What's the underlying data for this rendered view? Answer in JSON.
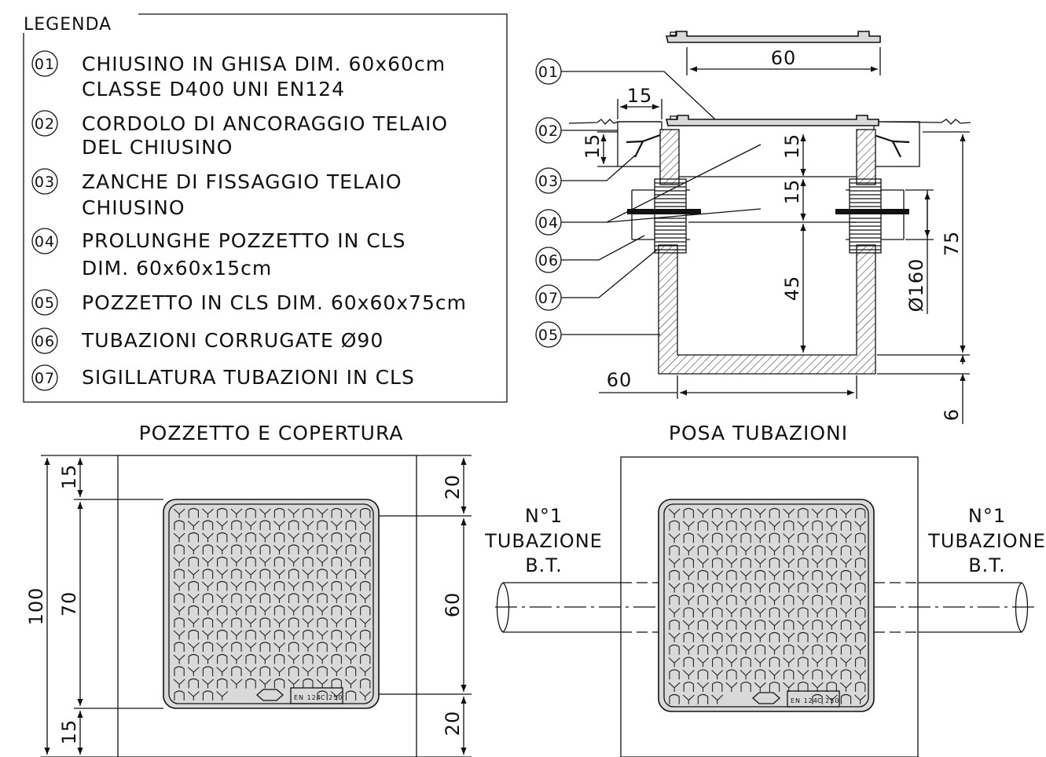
{
  "legend": {
    "title": "LEGENDA",
    "items": [
      {
        "num": "01",
        "line1": "CHIUSINO IN GHISA DIM. 60x60cm",
        "line2": "CLASSE D400 UNI EN124"
      },
      {
        "num": "02",
        "line1": "CORDOLO DI ANCORAGGIO TELAIO",
        "line2": "DEL CHIUSINO"
      },
      {
        "num": "03",
        "line1": "ZANCHE DI FISSAGGIO TELAIO",
        "line2": "CHIUSINO"
      },
      {
        "num": "04",
        "line1": "PROLUNGHE POZZETTO IN CLS",
        "line2": "DIM. 60x60x15cm"
      },
      {
        "num": "05",
        "line1": "POZZETTO IN CLS DIM. 60x60x75cm",
        "line2": ""
      },
      {
        "num": "06",
        "line1": "TUBAZIONI CORRUGATE Ø90",
        "line2": ""
      },
      {
        "num": "07",
        "line1": "SIGILLATURA TUBAZIONI IN CLS",
        "line2": ""
      }
    ]
  },
  "section": {
    "callouts": [
      "01",
      "02",
      "03",
      "04",
      "06",
      "07",
      "05"
    ],
    "dims": {
      "cover_width": "60",
      "curb_width": "15",
      "curb_height": "15",
      "frame_height": "15",
      "extension_height": "15",
      "base_height": "45",
      "total_height": "75",
      "pipe_diameter": "Ø160",
      "base_width": "60",
      "slab_thickness": "6"
    }
  },
  "plan_left": {
    "title": "POZZETTO E COPERTURA",
    "dims": {
      "overall": "100",
      "inner": "70",
      "top_margin": "15",
      "bottom_margin": "15",
      "right_top": "20",
      "right_mid": "60",
      "right_bottom": "20"
    },
    "plate": {
      "standard": "EN 124",
      "class": "C 250"
    }
  },
  "plan_right": {
    "title": "POSA TUBAZIONI",
    "left_label": [
      "N°1",
      "TUBAZIONE",
      "B.T."
    ],
    "right_label": [
      "N°1",
      "TUBAZIONE",
      "B.T."
    ],
    "plate": {
      "standard": "EN 124",
      "class": "C 250"
    }
  }
}
